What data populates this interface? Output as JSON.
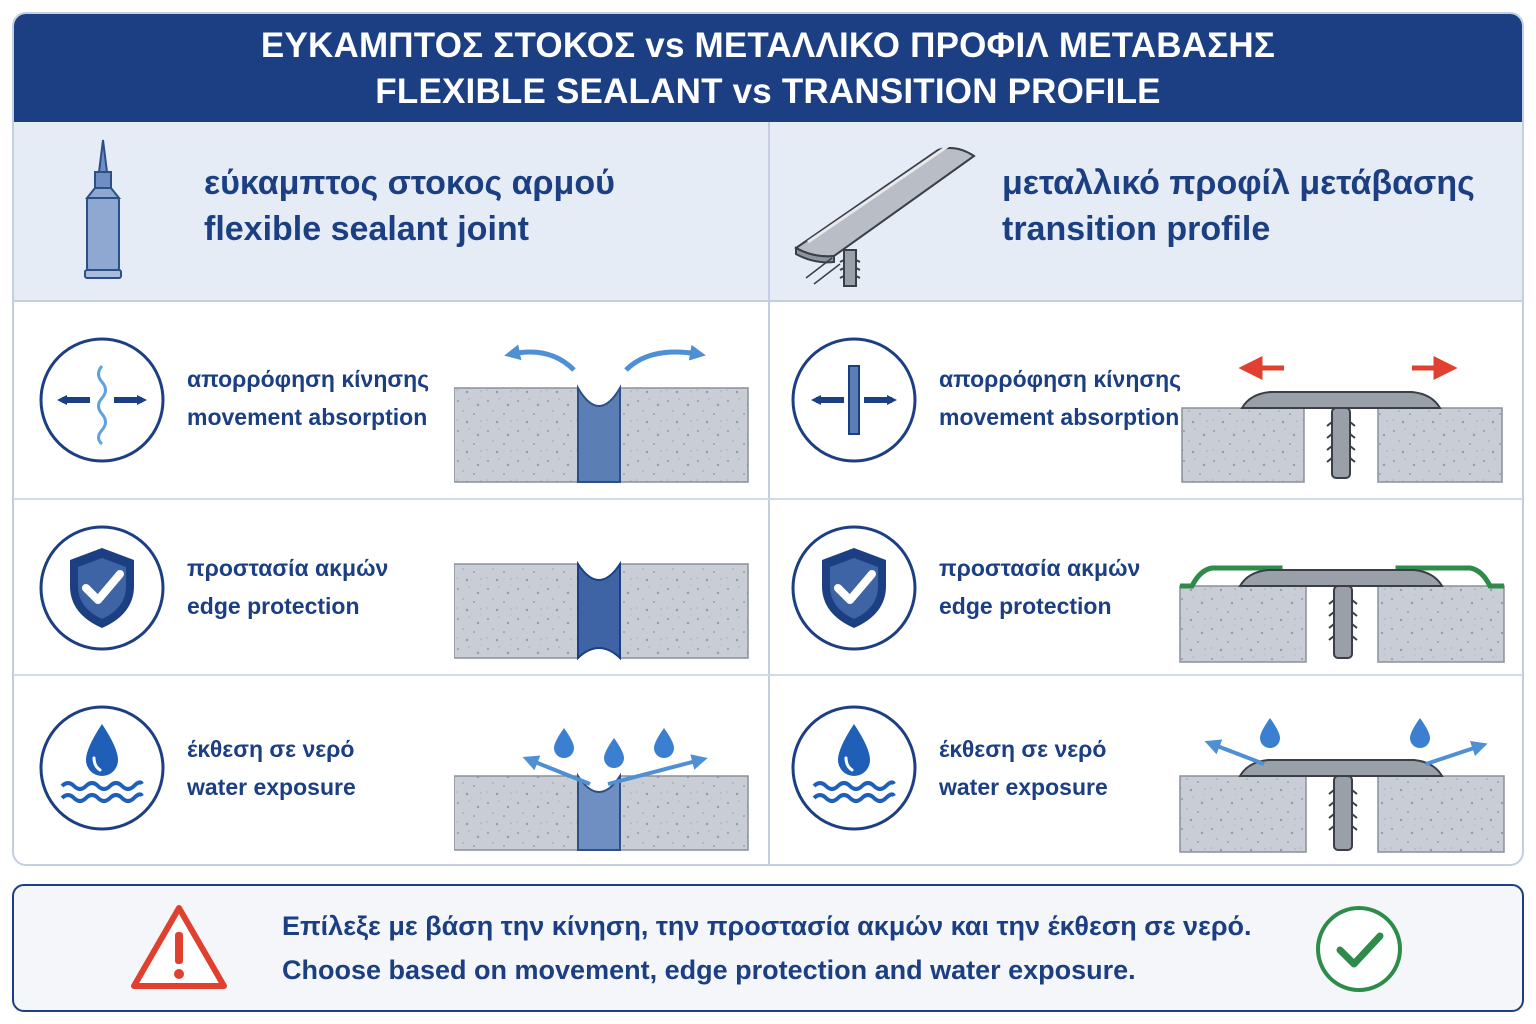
{
  "title": {
    "line1": "ΕΥΚΑΜΠΤΟΣ ΣΤΟΚΟΣ vs ΜΕΤΑΛΛΙΚΟ ΠΡΟΦΙΛ ΜΕΤΑΒΑΣΗΣ",
    "line2": "FLEXIBLE SEALANT vs TRANSITION PROFILE"
  },
  "columns": [
    {
      "title_el": "εύκαμπτος στοκος αρμού",
      "title_en": "flexible sealant joint",
      "icon": "sealant-tube-icon"
    },
    {
      "title_el": "μεταλλικό προφίλ μετάβασης",
      "title_en": "transition profile",
      "icon": "t-profile-icon"
    }
  ],
  "features": [
    {
      "label_el": "απορρόφηση κίνησης",
      "label_en": "movement absorption",
      "icon": "movement-arrows-icon"
    },
    {
      "label_el": "προστασία ακμών",
      "label_en": "edge protection",
      "icon": "shield-check-icon"
    },
    {
      "label_el": "έκθεση σε νερό",
      "label_en": "water exposure",
      "icon": "water-drop-icon"
    }
  ],
  "footer": {
    "line_el": "Επίλεξε με βάση την κίνηση, την προστασία ακμών και την έκθεση σε νερό.",
    "line_en": "Choose based on movement, edge protection and water exposure.",
    "warning_icon": "warning-triangle-icon",
    "check_icon": "check-circle-icon"
  },
  "colors": {
    "navy": "#1b3f82",
    "header_bg": "#e5ecf6",
    "concrete": "#c7ccd4",
    "sealant": "#5b7fb5",
    "metal": "#8e949d",
    "red_arrow": "#e0402f",
    "blue_arrow": "#4f8fd4",
    "green": "#2e8b4a"
  }
}
